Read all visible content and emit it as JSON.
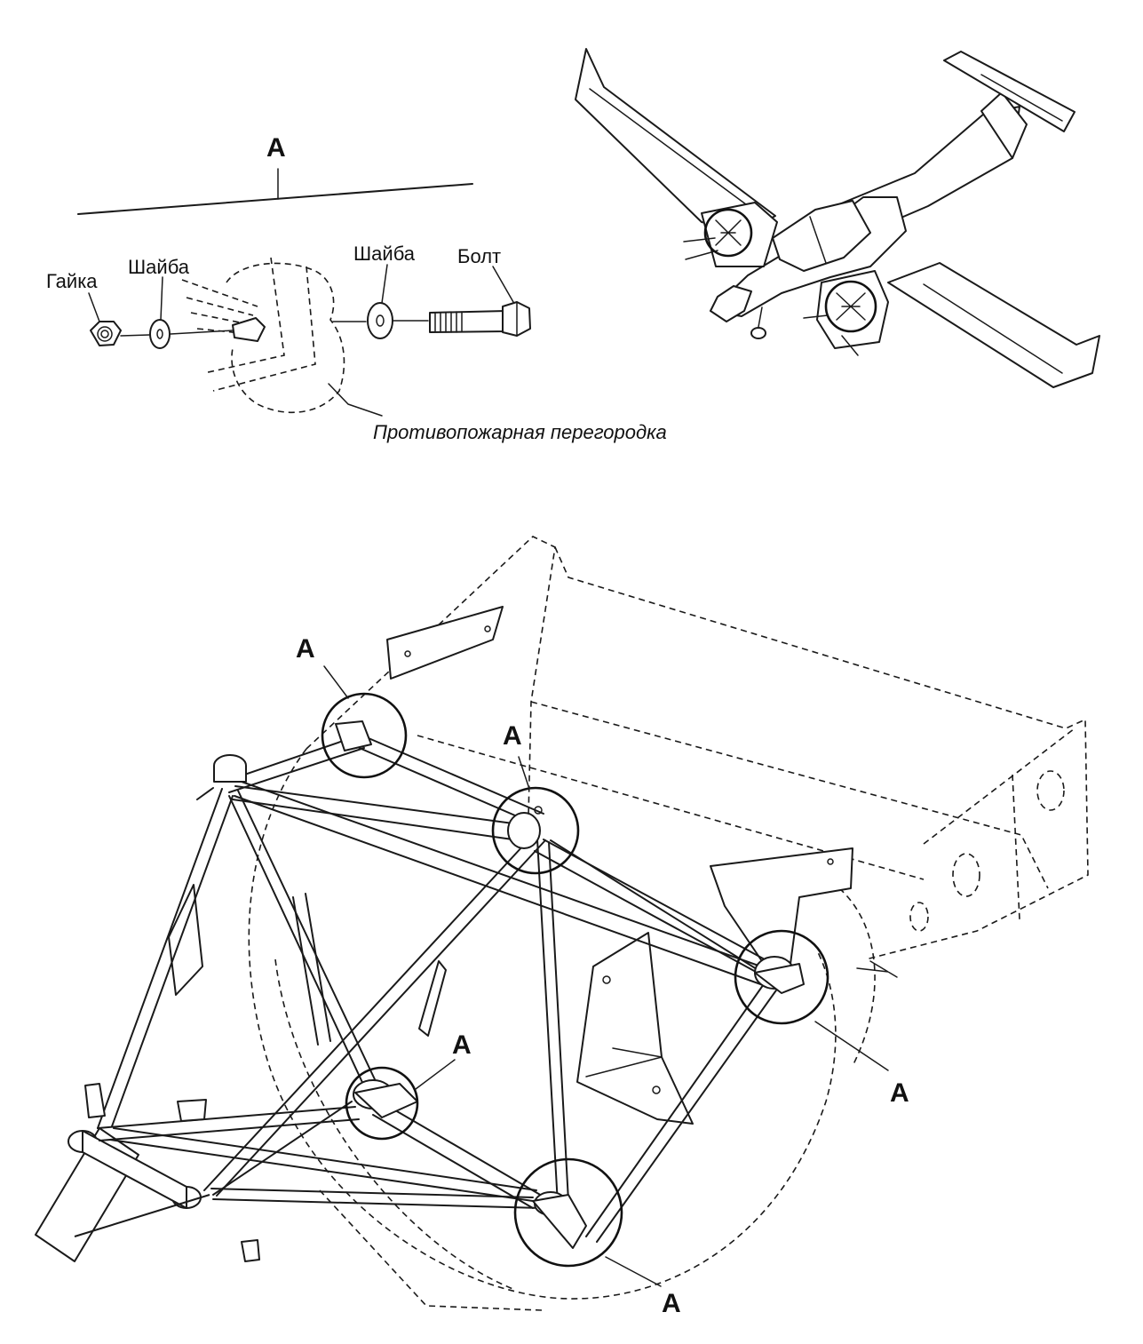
{
  "detail_view": {
    "view_label": "A",
    "parts": {
      "nut": "Гайка",
      "washer_left": "Шайба",
      "washer_right": "Шайба",
      "bolt": "Болт"
    },
    "firewall_label": "Противопожарная перегородка"
  },
  "engine_mount": {
    "callouts": [
      "A",
      "A",
      "A",
      "A",
      "A"
    ]
  }
}
